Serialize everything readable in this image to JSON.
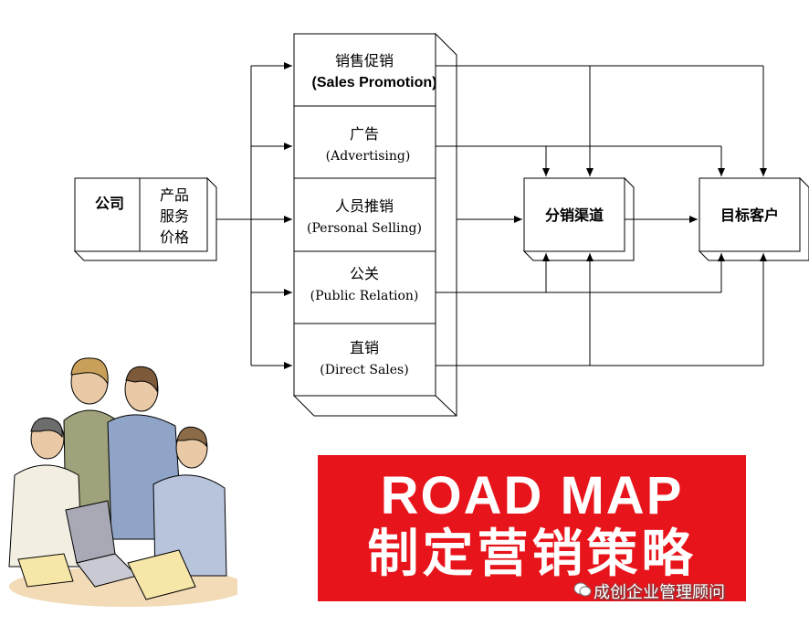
{
  "source": {
    "company": "公司",
    "mix": [
      "产品",
      "服务",
      "价格"
    ]
  },
  "promotion_mix": [
    {
      "cn": "销售促销",
      "en": "(Sales Promotion)"
    },
    {
      "cn": "广告",
      "en": "(Advertising)"
    },
    {
      "cn": "人员推销",
      "en": "(Personal Selling)"
    },
    {
      "cn": "公关",
      "en": "(Public Relation)"
    },
    {
      "cn": "直销",
      "en": "(Direct Sales)"
    }
  ],
  "channel": "分销渠道",
  "target": "目标客户",
  "banner": {
    "title": "ROAD  MAP",
    "subtitle": "制定营销策略"
  },
  "watermark": "成创企业管理顾问",
  "colors": {
    "banner": "#e8141b",
    "line": "#000000"
  }
}
